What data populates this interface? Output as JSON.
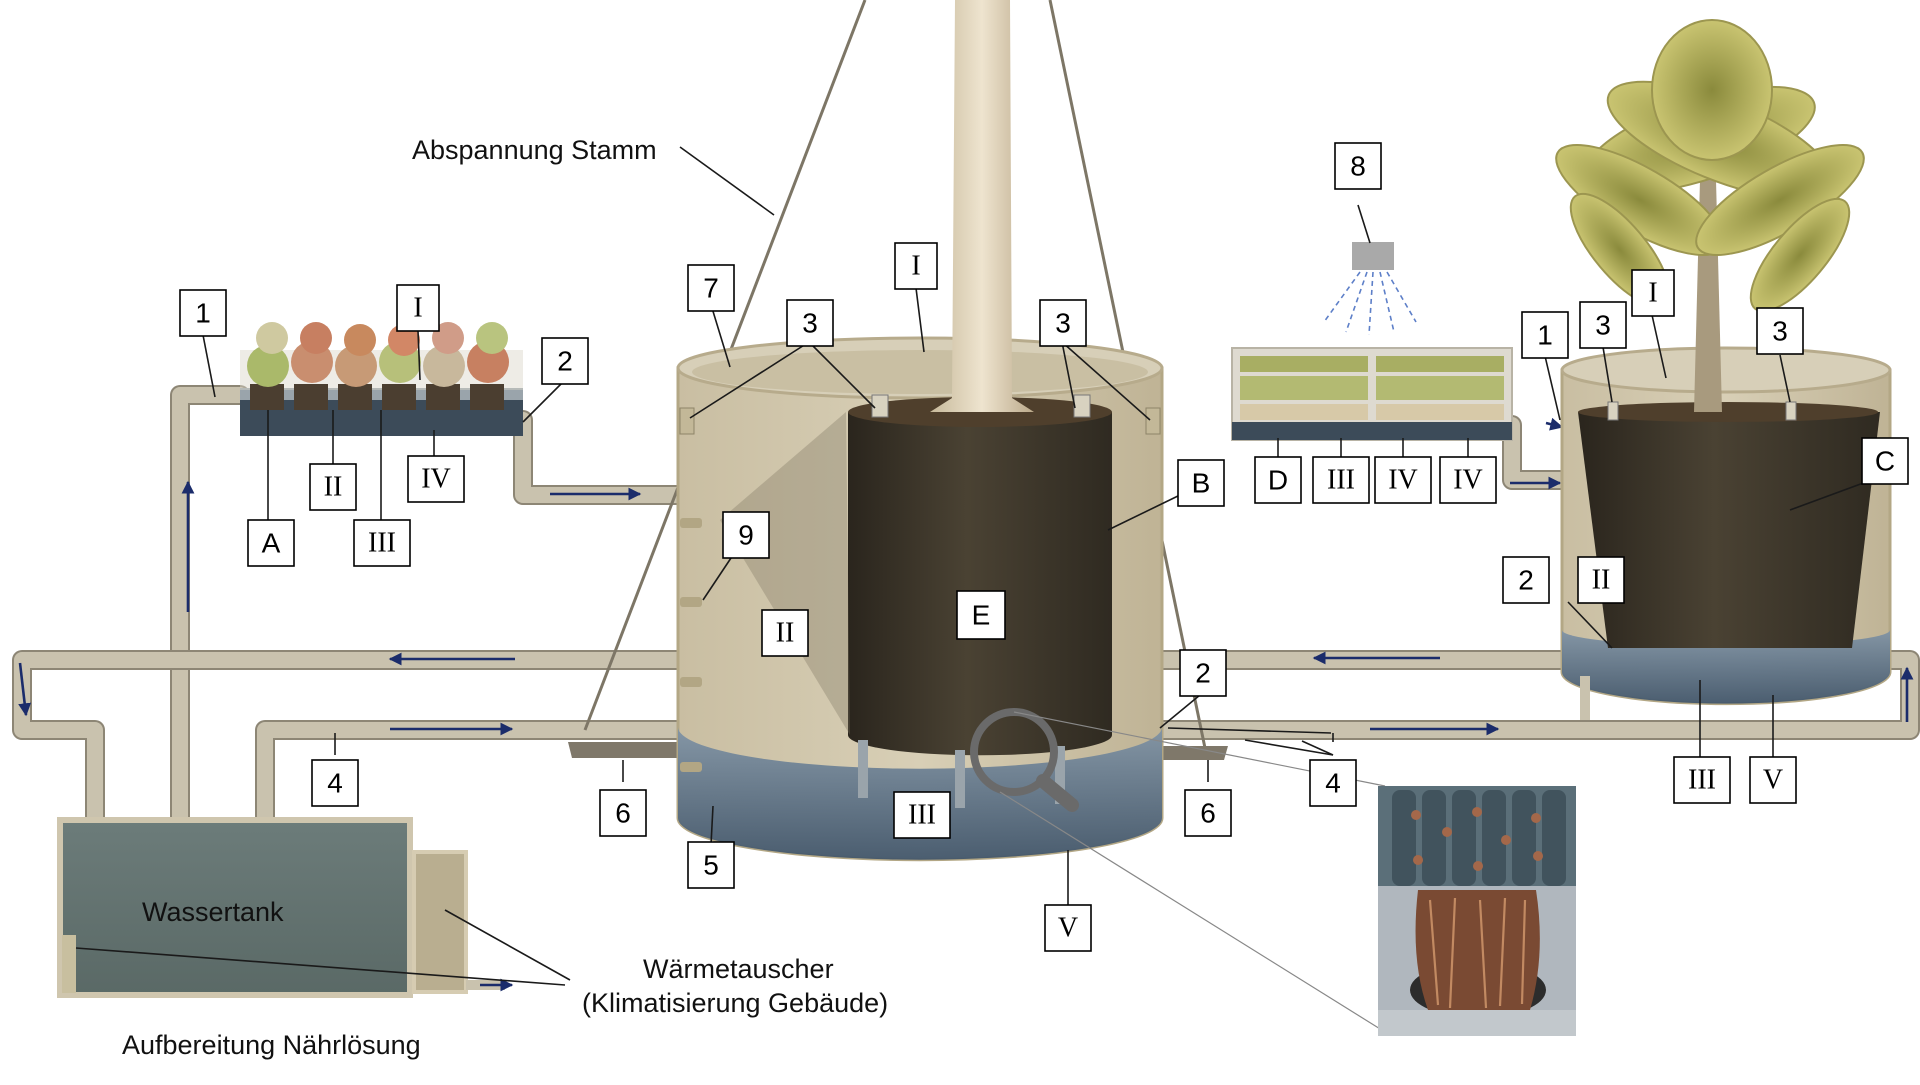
{
  "captions": {
    "wassertank": "Wassertank",
    "abspannung": "Abspannung Stamm",
    "aufbereitung": "Aufbereitung Nährlösung",
    "waermetauscher_line1": "Wärmetauscher",
    "waermetauscher_line2": "(Klimatisierung Gebäude)"
  },
  "labels": {
    "n1a": "1",
    "n2a": "2",
    "n7": "7",
    "n3a": "3",
    "n3b": "3",
    "n9": "9",
    "n6a": "6",
    "n5": "5",
    "n4a": "4",
    "n6b": "6",
    "n2b": "2",
    "n4b": "4",
    "n8": "8",
    "n1b": "1",
    "n3c": "3",
    "n3d": "3",
    "n2c": "2",
    "IA": "I",
    "IIA": "II",
    "IIIA": "III",
    "IVA": "IV",
    "IB": "I",
    "IIB": "II",
    "IIIB": "III",
    "VB": "V",
    "IIID": "III",
    "IVD1": "IV",
    "IVD2": "IV",
    "IC": "I",
    "IIC": "II",
    "IIIC": "III",
    "VC": "V",
    "A": "A",
    "B": "B",
    "C": "C",
    "D": "D",
    "E": "E"
  },
  "icons": {
    "magnifier": "magnifier-icon",
    "sprinkler": "sprinkler-icon"
  },
  "colors": {
    "flow_arrow": "#1b2c6b",
    "pipe": "#c9c2ae",
    "tank_body": "#6f7f7b",
    "water": "#3d4f62",
    "root_container": "#3a3328",
    "palm_leaf": "#b9b35a"
  }
}
